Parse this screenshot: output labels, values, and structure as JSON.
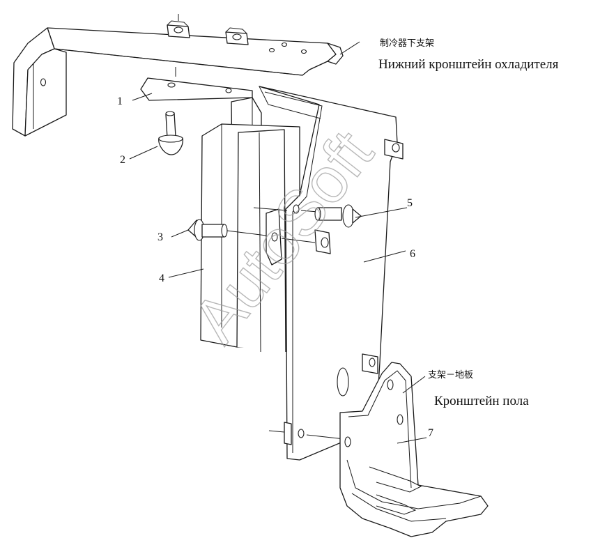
{
  "callouts": [
    {
      "id": "1",
      "label": "1"
    },
    {
      "id": "2",
      "label": "2"
    },
    {
      "id": "3",
      "label": "3"
    },
    {
      "id": "4",
      "label": "4"
    },
    {
      "id": "5",
      "label": "5"
    },
    {
      "id": "6",
      "label": "6"
    },
    {
      "id": "7",
      "label": "7"
    }
  ],
  "captions": {
    "cooler_bracket_cn": "制冷器下支架",
    "cooler_bracket_ru": "Нижний кронштейн охладителя",
    "floor_bracket_cn": "支架－地板",
    "floor_bracket_ru": "Кронштейн пола"
  },
  "watermark": "AutoSoft"
}
